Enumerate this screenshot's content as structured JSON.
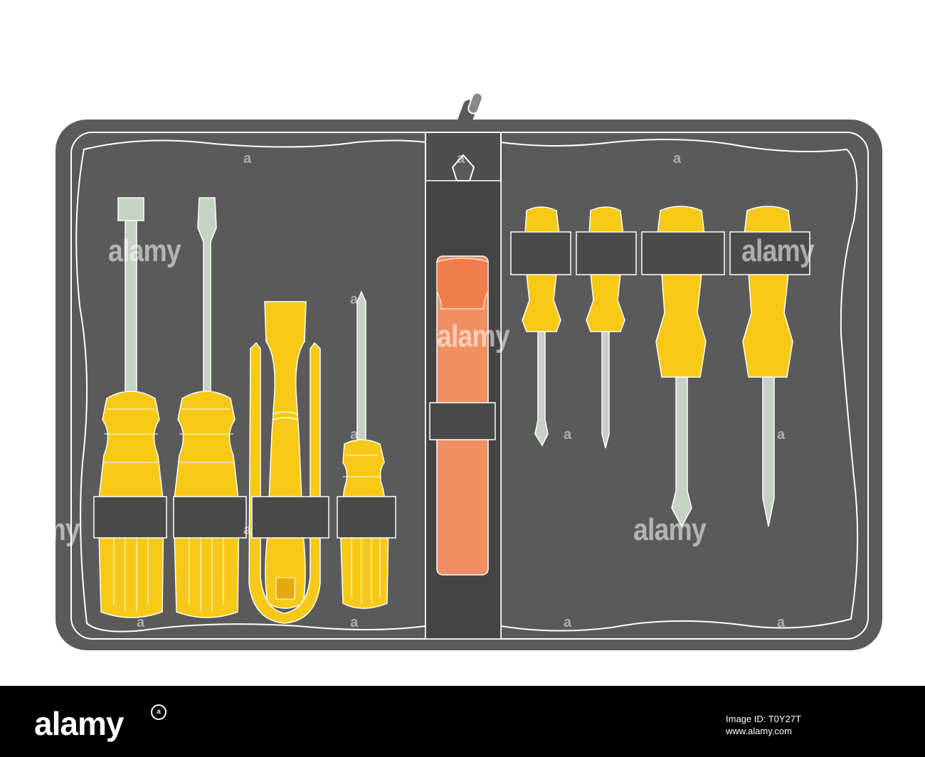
{
  "watermark": {
    "word": "alamy",
    "letter": "a"
  },
  "footer": {
    "logo": "alamy",
    "image_id_line": "Image ID: T0Y27T",
    "url": "www.alamy.com"
  },
  "colors": {
    "case_body": "#5a5a5a",
    "case_dark": "#444444",
    "stitch": "#ffffff",
    "handle_yellow": "#f7c917",
    "handle_edge": "#e2a911",
    "shaft": "#c5d2c4",
    "tester_orange": "#f09062",
    "strap": "#4a4a4a",
    "background": "#ffffff",
    "footer_bg": "#000000"
  }
}
